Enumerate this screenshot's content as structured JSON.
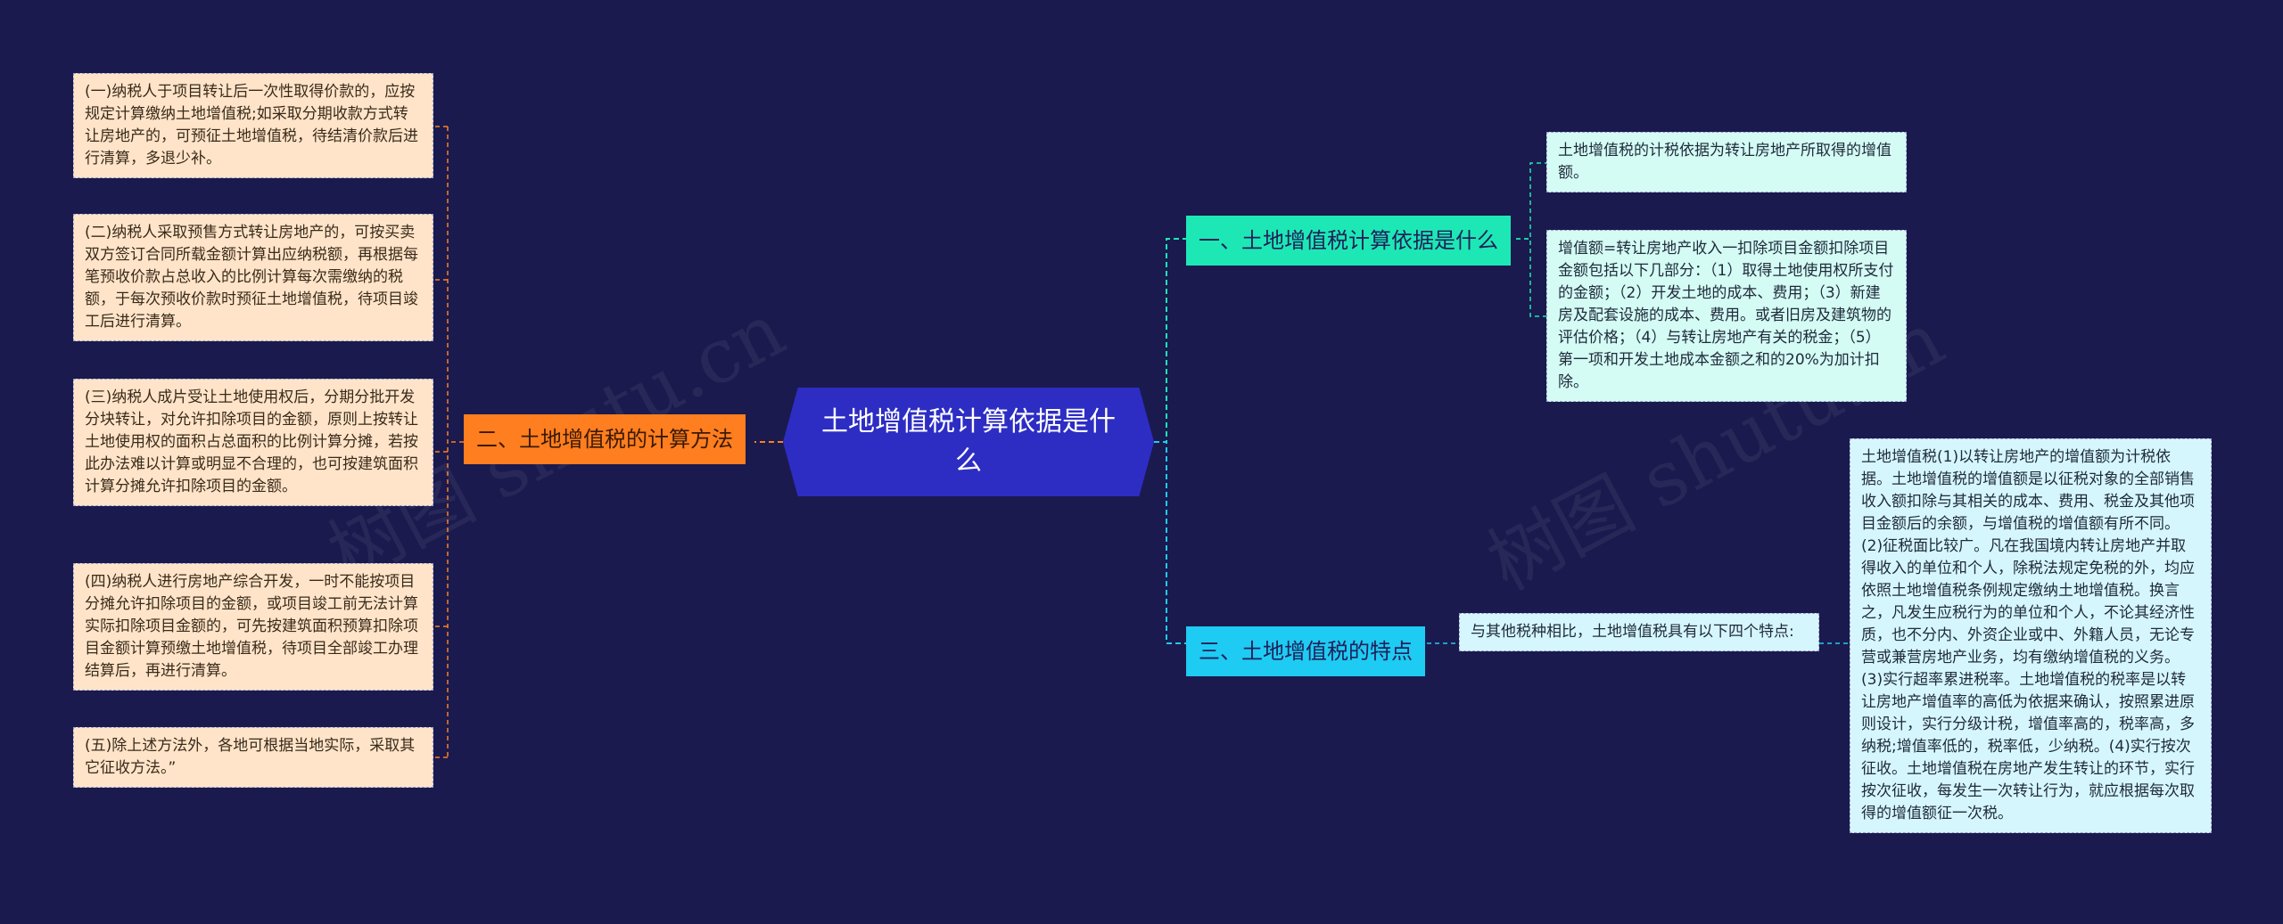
{
  "root": {
    "label": "土地增值税计算依据是什么"
  },
  "branches": [
    {
      "label": "一、土地增值税计算依据是什么",
      "leaves": [
        "土地增值税的计税依据为转让房地产所取得的增值额。",
        "增值额=转让房地产收入一扣除项目金额扣除项目金额包括以下几部分：（1）取得土地使用权所支付的金额；（2）开发土地的成本、费用；（3）新建房及配套设施的成本、费用。或者旧房及建筑物的评估价格；（4）与转让房地产有关的税金；（5）第一项和开发土地成本金额之和的20%为加计扣除。"
      ]
    },
    {
      "label": "二、土地增值税的计算方法",
      "leaves": [
        "(一)纳税人于项目转让后一次性取得价款的，应按规定计算缴纳土地增值税;如采取分期收款方式转让房地产的，可预征土地增值税，待结清价款后进行清算，多退少补。",
        "(二)纳税人采取预售方式转让房地产的，可按买卖双方签订合同所载金额计算出应纳税额，再根据每笔预收价款占总收入的比例计算每次需缴纳的税额，于每次预收价款时预征土地增值税，待项目竣工后进行清算。",
        "(三)纳税人成片受让土地使用权后，分期分批开发分块转让，对允许扣除项目的金额，原则上按转让土地使用权的面积占总面积的比例计算分摊，若按此办法难以计算或明显不合理的，也可按建筑面积计算分摊允许扣除项目的金额。",
        "(四)纳税人进行房地产综合开发，一时不能按项目分摊允许扣除项目的金额，或项目竣工前无法计算实际扣除项目金额的，可先按建筑面积预算扣除项目金额计算预缴土地增值税，待项目全部竣工办理结算后，再进行清算。",
        "(五)除上述方法外，各地可根据当地实际，采取其它征收方法。”"
      ]
    },
    {
      "label": "三、土地增值税的特点",
      "leaves": [
        "与其他税种相比，土地增值税具有以下四个特点:"
      ],
      "subleaves": [
        "土地增值税(1)以转让房地产的增值额为计税依据。土地增值税的增值额是以征税对象的全部销售收入额扣除与其相关的成本、费用、税金及其他项目金额后的余额，与增值税的增值额有所不同。(2)征税面比较广。凡在我国境内转让房地产并取得收入的单位和个人，除税法规定免税的外，均应依照土地增值税条例规定缴纳土地增值税。换言之，凡发生应税行为的单位和个人，不论其经济性质，也不分内、外资企业或中、外籍人员，无论专营或兼营房地产业务，均有缴纳增值税的义务。(3)实行超率累进税率。土地增值税的税率是以转让房地产增值率的高低为依据来确认，按照累进原则设计，实行分级计税，增值率高的，税率高，多纳税;增值率低的，税率低，少纳税。(4)实行按次征收。土地增值税在房地产发生转让的环节，实行按次征收，每发生一次转让行为，就应根据每次取得的增值额征一次税。"
      ]
    }
  ],
  "colors": {
    "background": "#1a1a4e",
    "root": "#2d2dc4",
    "branch1": "#1de8b5",
    "branch2": "#ff7e1f",
    "branch3": "#1ecbf2",
    "leaf_left": "#ffe4c9",
    "leaf_right": "#d4fbf4"
  },
  "watermark": "树图 shutu.cn"
}
